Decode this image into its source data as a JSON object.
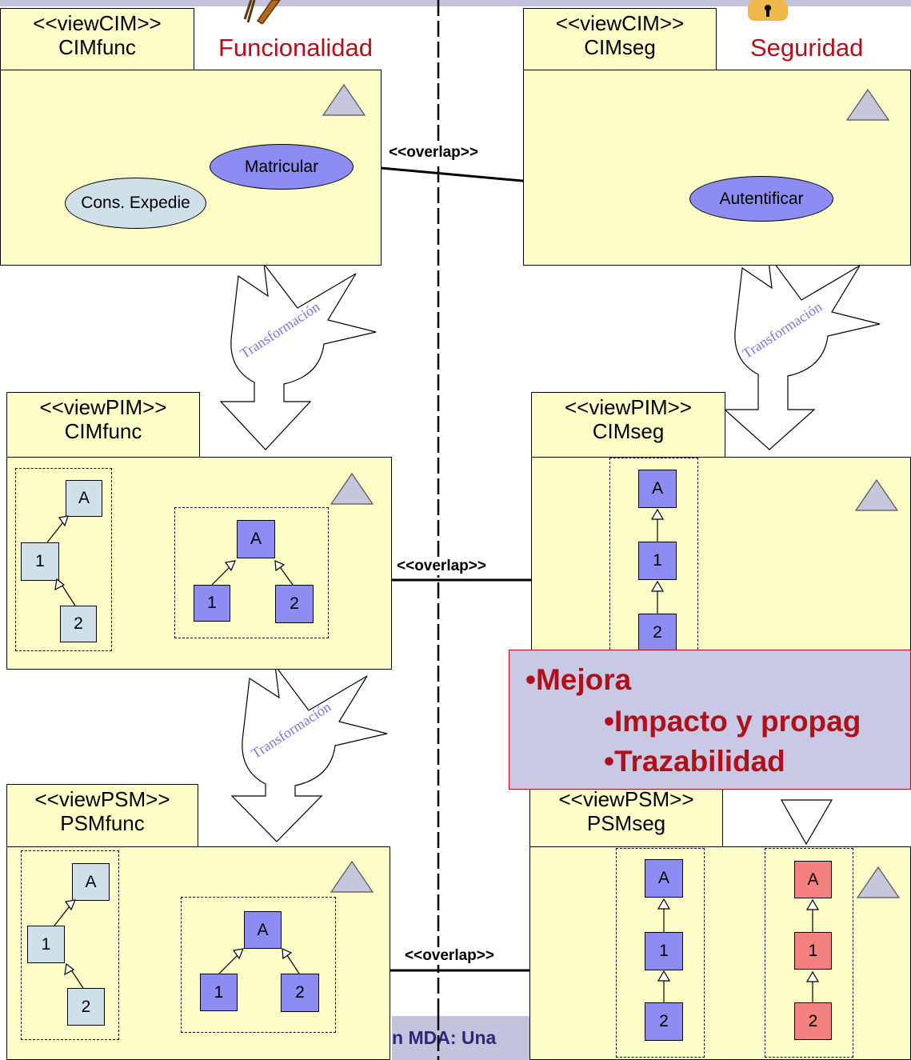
{
  "colors": {
    "package_fill": "#fdfdc8",
    "class_blue": "#8c8cf2",
    "class_gray": "#cfe0e8",
    "class_red": "#f58080",
    "title_red": "#b0101a",
    "callout_fill": "#c9c9e6"
  },
  "titles": {
    "left": "Funcionalidad",
    "right": "Seguridad"
  },
  "icons": {
    "left": "pencil-icon",
    "right": "padlock-icon"
  },
  "packages": {
    "cim_func": {
      "stereotype": "<<viewCIM>>",
      "name": "CIMfunc"
    },
    "cim_seg": {
      "stereotype": "<<viewCIM>>",
      "name": "CIMseg"
    },
    "pim_func": {
      "stereotype": "<<viewPIM>>",
      "name": "CIMfunc"
    },
    "pim_seg": {
      "stereotype": "<<viewPIM>>",
      "name": "CIMseg"
    },
    "psm_func": {
      "stereotype": "<<viewPSM>>",
      "name": "PSMfunc"
    },
    "psm_seg": {
      "stereotype": "<<viewPSM>>",
      "name": "PSMseg"
    }
  },
  "use_cases": {
    "matricular": "Matricular",
    "cons_expediente": "Cons. Expedie",
    "autentificar": "Autentificar"
  },
  "relation_label": "<<overlap>>",
  "transform_label": "Transformación",
  "class_labels": {
    "a": "A",
    "one": "1",
    "two": "2"
  },
  "callout": {
    "main": "•Mejora",
    "items": [
      "•Impacto y propag",
      "•Trazabilidad"
    ]
  },
  "footer_text": "n MDA: Una"
}
